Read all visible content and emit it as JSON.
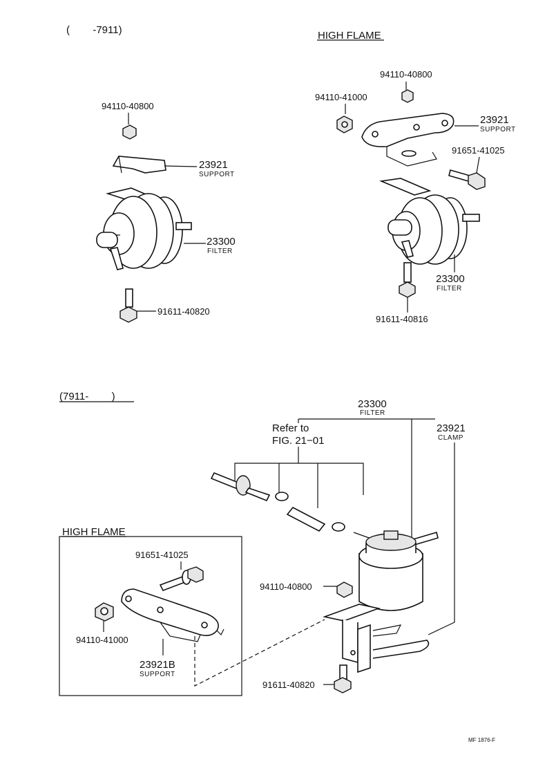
{
  "sections": {
    "top_left_range": "(        -7911)",
    "top_right_header": "HIGH FLAME",
    "bottom_range": "(7911-        )",
    "inset_header": "HIGH FLAME"
  },
  "top_left": {
    "nut_pn": "94110-40800",
    "support_pn": "23921",
    "support_name": "SUPPORT",
    "filter_pn": "23300",
    "filter_name": "FILTER",
    "bolt_pn": "91611-40820"
  },
  "top_right": {
    "nut_pn": "94110-40800",
    "nut2_pn": "94110-41000",
    "support_pn": "23921",
    "support_name": "SUPPORT",
    "bolt_pn": "91651-41025",
    "filter_pn": "23300",
    "filter_name": "FILTER",
    "bolt2_pn": "91611-40816"
  },
  "bottom": {
    "filter_pn": "23300",
    "filter_name": "FILTER",
    "refer_line1": "Refer to",
    "refer_line2": "FIG. 21−01",
    "clamp_pn": "23921",
    "clamp_name": "CLAMP",
    "nut_pn": "94110-40800",
    "bolt_pn": "91611-40820"
  },
  "inset": {
    "bolt_pn": "91651-41025",
    "nut_pn": "94110-41000",
    "support_pn": "23921B",
    "support_name": "SUPPORT"
  },
  "footer_code": "MF 1876-F"
}
